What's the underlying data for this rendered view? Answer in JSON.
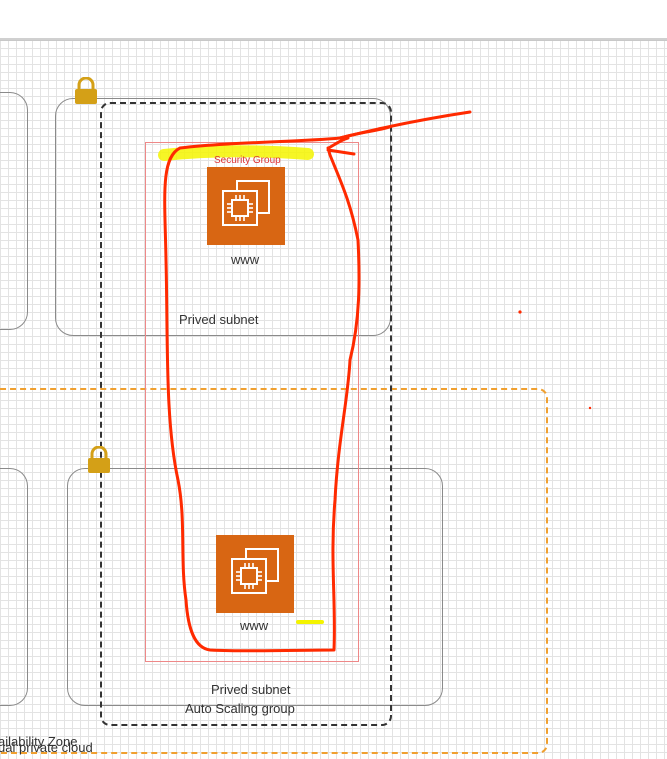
{
  "labels": {
    "security_group": "Security Group",
    "instance_top": "www",
    "instance_bottom": "www",
    "subnet_top": "Prived subnet",
    "subnet_bottom": "Prived subnet",
    "asg": "Auto Scaling group",
    "availability_zone": "ailability Zone",
    "vpc": "ual private cloud"
  },
  "icons": [
    "lock-icon",
    "ec2-instance-icon"
  ],
  "colors": {
    "ec2": "#d86613",
    "az_border": "#f0a030",
    "annotation": "#ff2a00",
    "highlight": "#f4f400",
    "lock": "#d4a017"
  }
}
